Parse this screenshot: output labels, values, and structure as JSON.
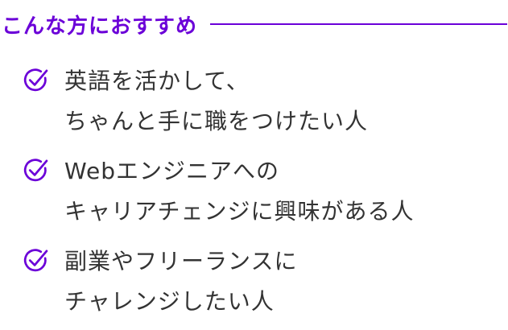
{
  "header": {
    "title": "こんな方におすすめ",
    "accent_color": "#6b00d8"
  },
  "list": {
    "icon": "check-circle-icon",
    "items": [
      {
        "lines": [
          "英語を活かして、",
          "ちゃんと手に職をつけたい人"
        ]
      },
      {
        "lines": [
          "Webエンジニアへの",
          "キャリアチェンジに興味がある人"
        ]
      },
      {
        "lines": [
          "副業やフリーランスに",
          "チャレンジしたい人"
        ]
      }
    ]
  }
}
